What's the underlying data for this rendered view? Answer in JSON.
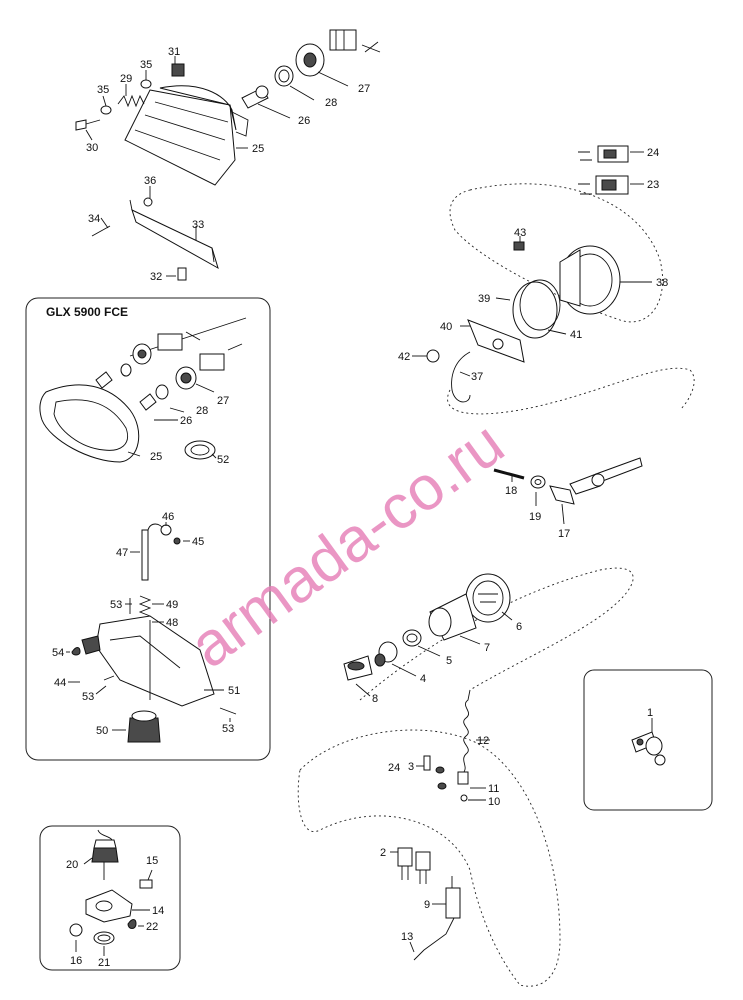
{
  "sections": {
    "glx_title": "GLX 5900 FCE"
  },
  "watermark": "armada-co.ru",
  "callouts": {
    "n31": "31",
    "n29": "29",
    "n35a": "35",
    "n35b": "35",
    "n30": "30",
    "n27a": "27",
    "n28a": "28",
    "n26a": "26",
    "n25a": "25",
    "n36": "36",
    "n34": "34",
    "n33": "33",
    "n32": "32",
    "n24a": "24",
    "n23": "23",
    "n43": "43",
    "n38": "38",
    "n39": "39",
    "n40": "40",
    "n41": "41",
    "n42": "42",
    "n37": "37",
    "n27b": "27",
    "n28b": "28",
    "n26b": "26",
    "n25b": "25",
    "n52": "52",
    "n46": "46",
    "n45": "45",
    "n47": "47",
    "n53a": "53",
    "n49": "49",
    "n48": "48",
    "n54": "54",
    "n44": "44",
    "n53b": "53",
    "n51": "51",
    "n50": "50",
    "n53c": "53",
    "n18": "18",
    "n19": "19",
    "n17": "17",
    "n6": "6",
    "n7": "7",
    "n5": "5",
    "n4": "4",
    "n8": "8",
    "n12": "12",
    "n24b": "24",
    "n3": "3",
    "n11": "11",
    "n10": "10",
    "n2": "2",
    "n9": "9",
    "n13": "13",
    "n1": "1",
    "n20": "20",
    "n15": "15",
    "n14": "14",
    "n22": "22",
    "n16": "16",
    "n21": "21"
  }
}
